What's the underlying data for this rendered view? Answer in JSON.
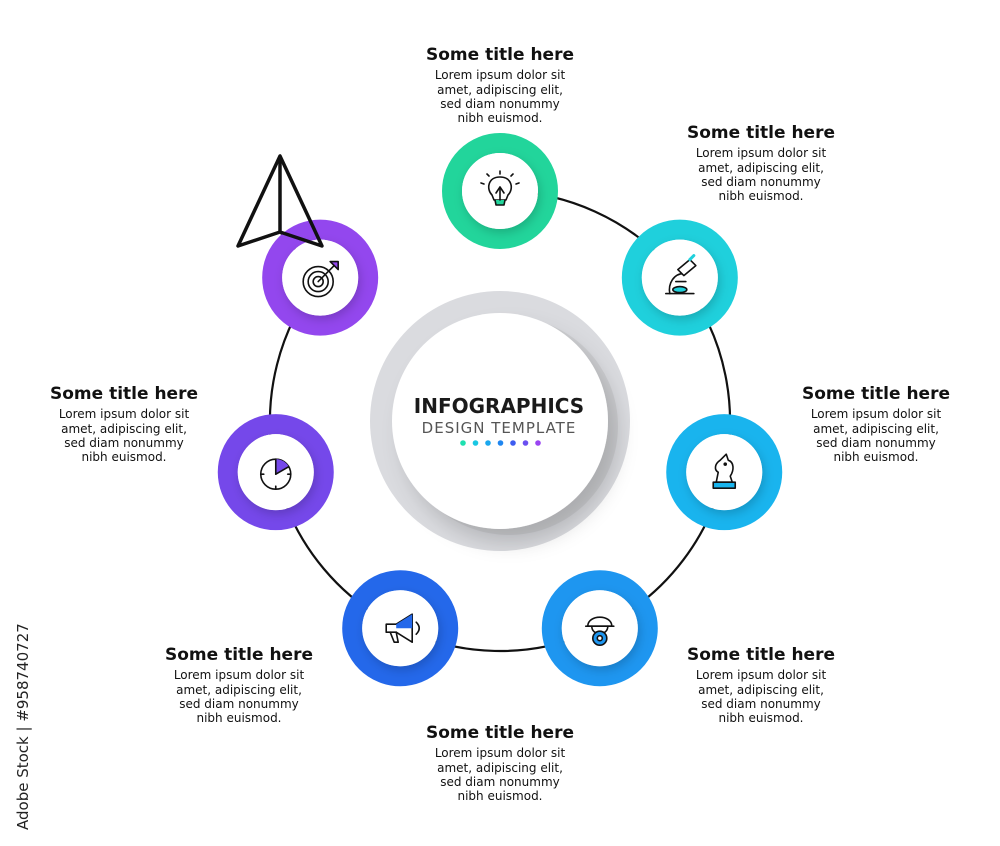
{
  "center": {
    "title": "INFOGRAPHICS",
    "subtitle": "DESIGN TEMPLATE",
    "dot_colors": [
      "#1ee0b0",
      "#19c7e3",
      "#1aa7ee",
      "#1f86f0",
      "#3d5cf0",
      "#6a4ff0",
      "#9a45f2"
    ]
  },
  "steps": [
    {
      "title": "Some title here",
      "body": [
        "Lorem ipsum dolor sit",
        "amet, adipiscing elit,",
        "sed diam nonummy",
        "nibh euismod."
      ],
      "icon": "lightbulb-icon",
      "color": "#22d59b"
    },
    {
      "title": "Some title here",
      "body": [
        "Lorem ipsum dolor sit",
        "amet, adipiscing elit,",
        "sed diam nonummy",
        "nibh euismod."
      ],
      "icon": "microscope-icon",
      "color": "#1fd0dc"
    },
    {
      "title": "Some title here",
      "body": [
        "Lorem ipsum dolor sit",
        "amet, adipiscing elit,",
        "sed diam nonummy",
        "nibh euismod."
      ],
      "icon": "chess-knight-icon",
      "color": "#19b4ee"
    },
    {
      "title": "Some title here",
      "body": [
        "Lorem ipsum dolor sit",
        "amet, adipiscing elit,",
        "sed diam nonummy",
        "nibh euismod."
      ],
      "icon": "worker-helmet-gear-icon",
      "color": "#1e96f0"
    },
    {
      "title": "Some title here",
      "body": [
        "Lorem ipsum dolor sit",
        "amet, adipiscing elit,",
        "sed diam nonummy",
        "nibh euismod."
      ],
      "icon": "megaphone-icon",
      "color": "#2468ea"
    },
    {
      "title": "Some title here",
      "body": [
        "Lorem ipsum dolor sit",
        "amet, adipiscing elit,",
        "sed diam nonummy",
        "nibh euismod."
      ],
      "icon": "stopwatch-icon",
      "color": "#7548ea"
    },
    {
      "title": "Some title here",
      "body": [
        "Lorem ipsum dolor sit",
        "amet, adipiscing elit,",
        "sed diam nonummy",
        "nibh euismod."
      ],
      "icon": "target-arrow-icon",
      "color": "#9347ee"
    }
  ],
  "end_icon": "paper-plane-icon",
  "credit": "Adobe Stock | #958740727"
}
